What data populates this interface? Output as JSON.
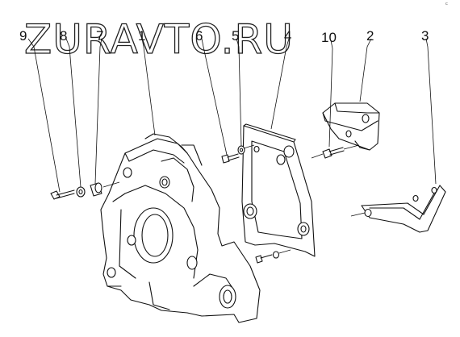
{
  "watermark": "ZURAVTO.RU",
  "corner_mark": "ᶜ",
  "callouts": [
    {
      "id": "9",
      "text": "9"
    },
    {
      "id": "8",
      "text": "8"
    },
    {
      "id": "7",
      "text": "7"
    },
    {
      "id": "1",
      "text": "1"
    },
    {
      "id": "6",
      "text": "6"
    },
    {
      "id": "5",
      "text": "5"
    },
    {
      "id": "4",
      "text": "4"
    },
    {
      "id": "10",
      "text": "10"
    },
    {
      "id": "2",
      "text": "2"
    },
    {
      "id": "3",
      "text": "3"
    }
  ]
}
